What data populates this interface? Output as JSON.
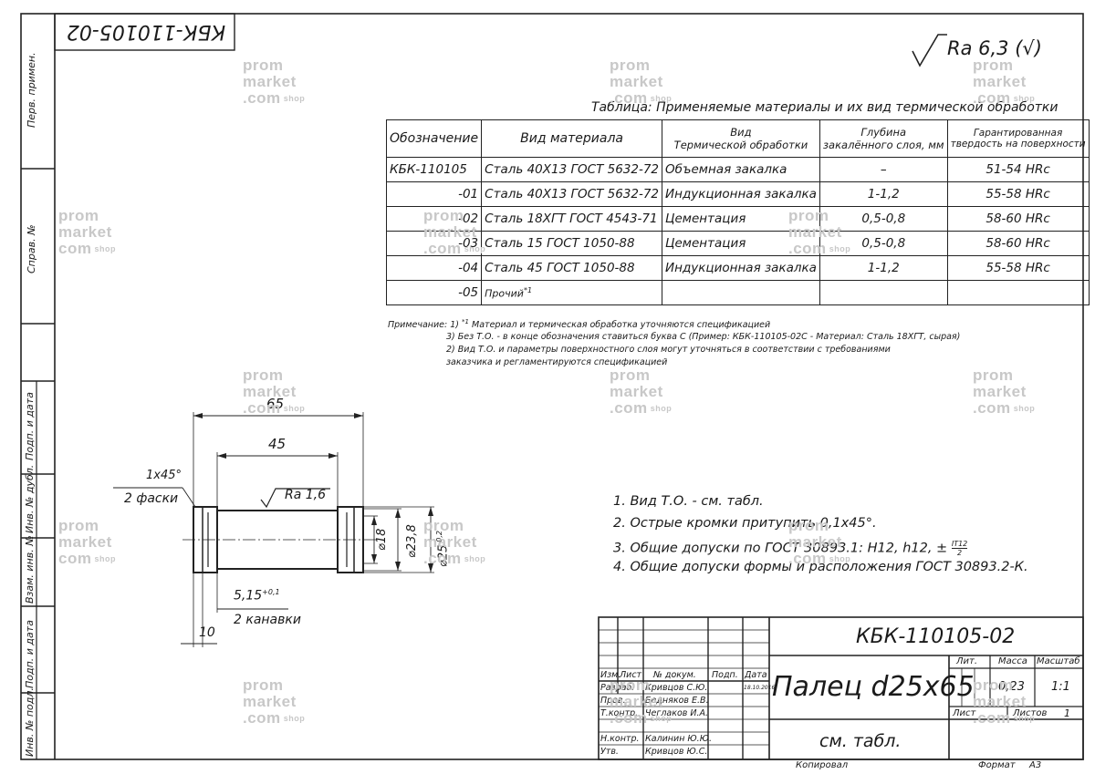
{
  "stamp_rotated": "КБК-110105-02",
  "roughness": {
    "prefix": "Ra 6,3 (",
    "suffix": ")"
  },
  "margin_labels": {
    "perv_primen": "Перв. примен.",
    "sprav_no": "Справ. №",
    "podp_data_1": "Подп. и дата",
    "inv_dubl": "Инв. № дубл.",
    "vzam_inv": "Взам. инв. №",
    "podp_data_2": "Подп. и дата",
    "inv_podl": "Инв. № подл."
  },
  "table": {
    "caption": "Таблица: Применяемые материалы и их вид термической обработки",
    "headers": {
      "col1": "Обозначение",
      "col2": "Вид материала",
      "col3_l1": "Вид",
      "col3_l2": "Термической обработки",
      "col4_l1": "Глубина",
      "col4_l2": "закалённого слоя, мм",
      "col5_l1": "Гарантированная",
      "col5_l2": "твердость на поверхности"
    },
    "rows": [
      {
        "designation": "КБК-110105",
        "material": "Сталь 40Х13 ГОСТ 5632-72",
        "treatment": "Объемная закалка",
        "depth": "–",
        "hardness": "51-54 HRc"
      },
      {
        "designation": "-01",
        "material": "Сталь 40Х13 ГОСТ 5632-72",
        "treatment": "Индукционная закалка",
        "depth": "1-1,2",
        "hardness": "55-58 HRc"
      },
      {
        "designation": "-02",
        "material": "Сталь 18ХГТ ГОСТ 4543-71",
        "treatment": "Цементация",
        "depth": "0,5-0,8",
        "hardness": "58-60 HRc"
      },
      {
        "designation": "-03",
        "material": "Сталь 15 ГОСТ 1050-88",
        "treatment": "Цементация",
        "depth": "0,5-0,8",
        "hardness": "58-60 HRc"
      },
      {
        "designation": "-04",
        "material": "Сталь 45 ГОСТ 1050-88",
        "treatment": "Индукционная закалка",
        "depth": "1-1,2",
        "hardness": "55-58 HRc"
      },
      {
        "designation": "-05",
        "material": "Прочий",
        "material_sup": "*1",
        "treatment": "",
        "depth": "",
        "hardness": ""
      }
    ]
  },
  "notes": {
    "label": "Примечание: 1)",
    "line1": "Материал и термическая обработка уточняются спецификацией",
    "line1_sup": "*1",
    "line2": "3) Без Т.О. - в конце обозначения ставиться буква С (Пример: КБК-110105-02С - Материал: Сталь 18ХГТ, сырая)",
    "line3": "2) Вид Т.О. и параметры поверхностного слоя могут уточняться в соответствии с требованиями",
    "line4": "заказчика и регламентируются спецификацией"
  },
  "drawing": {
    "dim_65": "65",
    "dim_45": "45",
    "chamfer": "1x45°",
    "chamfer_note": "2 фаски",
    "ra": "Ra 1,6",
    "dia_18": "⌀18",
    "dia_23_8": "⌀23,8",
    "dia_25": "⌀25",
    "dia_25_tol_top": "-0,2",
    "dia_25_tol_bot": "-0,2",
    "groove": "5,15",
    "groove_tol": "+0,1",
    "groove_note": "2 канавки",
    "dim_10": "10"
  },
  "requirements": [
    "1. Вид Т.О. - см. табл.",
    "2. Острые кромки притупить 0,1x45°.",
    "3. Общие допуски по ГОСТ 30893.1: H12, h12, ±",
    "4. Общие допуски формы и расположения ГОСТ 30893.2-К."
  ],
  "req3_frac": {
    "num": "IT12",
    "den": "2"
  },
  "title_block": {
    "designation": "КБК-110105-02",
    "name": "Палец d25x65",
    "material": "см. табл.",
    "lit_label": "Лит.",
    "mass_label": "Масса",
    "scale_label": "Масштаб",
    "mass": "0,23",
    "scale": "1:1",
    "sheet_label": "Лист",
    "sheets_label": "Листов",
    "sheets": "1",
    "col_izm": "Изм.",
    "col_list": "Лист",
    "col_doc": "№ докум.",
    "col_podp": "Подп.",
    "col_data": "Дата",
    "roles": [
      {
        "role": "Разраб.",
        "name": "Кривцов С.Ю.",
        "date": "18.10.2016"
      },
      {
        "role": "Пров.",
        "name": "Бедняков Е.В.",
        "date": ""
      },
      {
        "role": "Т.контр.",
        "name": "Чеглаков И.А.",
        "date": ""
      },
      {
        "role": "",
        "name": "",
        "date": ""
      },
      {
        "role": "Н.контр.",
        "name": "Калинин Ю.Ю.",
        "date": ""
      },
      {
        "role": "Утв.",
        "name": "Кривцов Ю.С.",
        "date": ""
      }
    ],
    "copied": "Копировал",
    "format_label": "Формат",
    "format": "А3"
  },
  "watermark": {
    "l1": "prom",
    "l2": "market",
    "l3": ".com",
    "l3b": "com",
    "sup": "shop"
  }
}
